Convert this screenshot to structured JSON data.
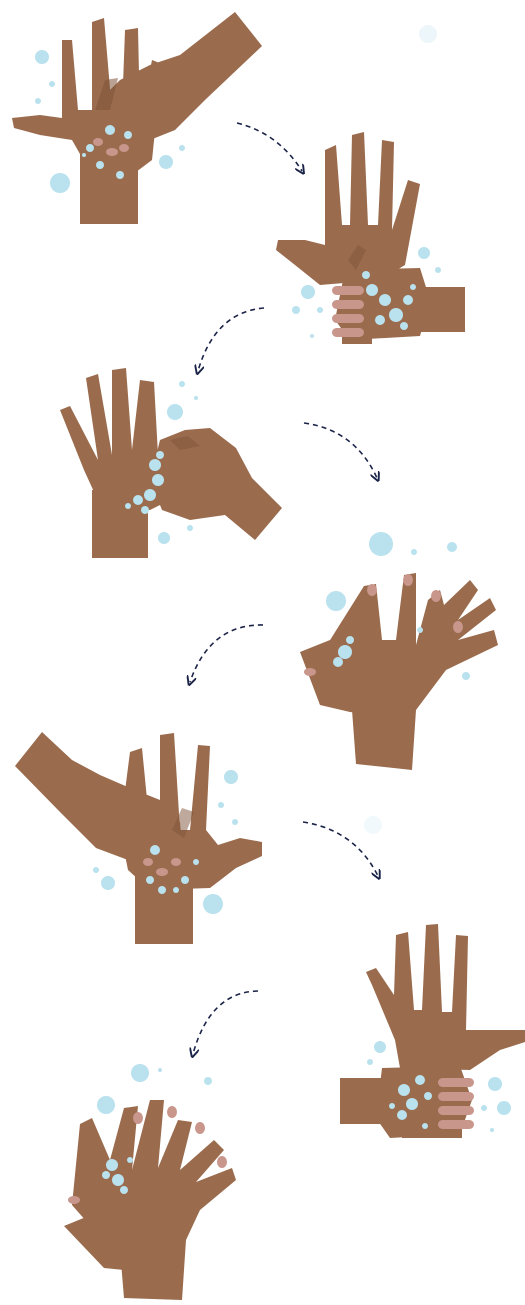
{
  "colors": {
    "skin": "#9a6b4d",
    "skin_dark": "#7f543a",
    "nail": "#c9968c",
    "foam": "#b9e1ee",
    "arrow": "#1b2448",
    "background": "#ffffff"
  },
  "steps": [
    {
      "id": "step-1",
      "action": "rub-palm-with-fingertips-right"
    },
    {
      "id": "step-2",
      "action": "rub-thumb-left"
    },
    {
      "id": "step-3",
      "action": "rub-back-of-hand"
    },
    {
      "id": "step-4",
      "action": "interlace-fingers"
    },
    {
      "id": "step-5",
      "action": "rub-palm-with-fingertips-left"
    },
    {
      "id": "step-6",
      "action": "rub-thumb-right"
    },
    {
      "id": "step-7",
      "action": "interlace-fingers-final"
    }
  ],
  "arrows": 6
}
